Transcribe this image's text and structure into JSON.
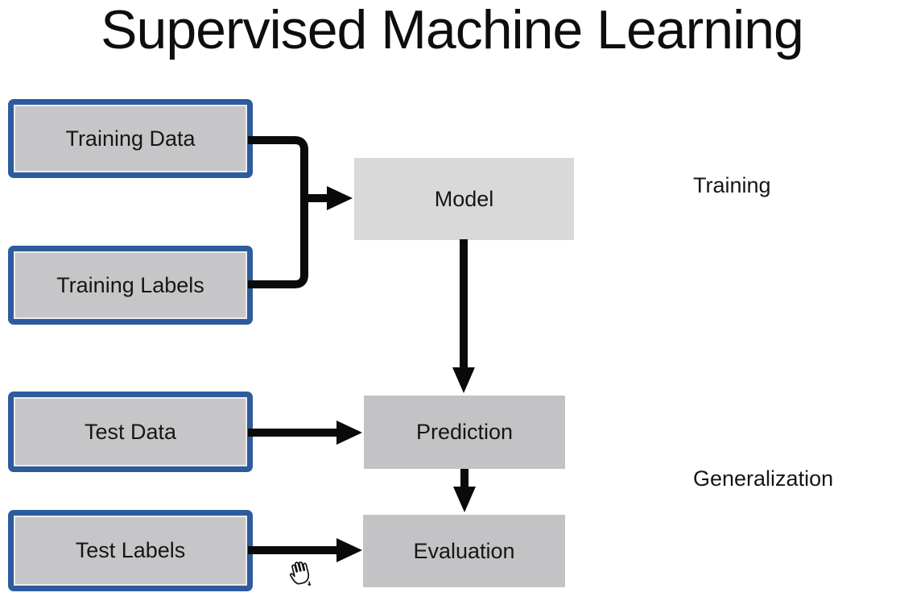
{
  "title": "Supervised Machine Learning",
  "diagram": {
    "input_nodes": [
      {
        "id": "training-data",
        "label": "Training Data"
      },
      {
        "id": "training-labels",
        "label": "Training Labels"
      },
      {
        "id": "test-data",
        "label": "Test Data"
      },
      {
        "id": "test-labels",
        "label": "Test Labels"
      }
    ],
    "process_nodes": [
      {
        "id": "model",
        "label": "Model"
      },
      {
        "id": "prediction",
        "label": "Prediction"
      },
      {
        "id": "evaluation",
        "label": "Evaluation"
      }
    ],
    "phase_labels": [
      {
        "id": "training",
        "label": "Training"
      },
      {
        "id": "generalization",
        "label": "Generalization"
      }
    ],
    "edges": [
      {
        "from": "training-data",
        "to": "model"
      },
      {
        "from": "training-labels",
        "to": "model"
      },
      {
        "from": "model",
        "to": "prediction"
      },
      {
        "from": "test-data",
        "to": "prediction"
      },
      {
        "from": "prediction",
        "to": "evaluation"
      },
      {
        "from": "test-labels",
        "to": "evaluation"
      }
    ],
    "colors": {
      "node_border_blue": "#2E5B9E",
      "io_fill": "#C6C6C8",
      "model_fill": "#D9D9D9",
      "process_fill": "#C3C3C5",
      "arrow": "#0A0A0A",
      "text": "#161616"
    },
    "cursor_icon": "drag-hand-cursor"
  }
}
